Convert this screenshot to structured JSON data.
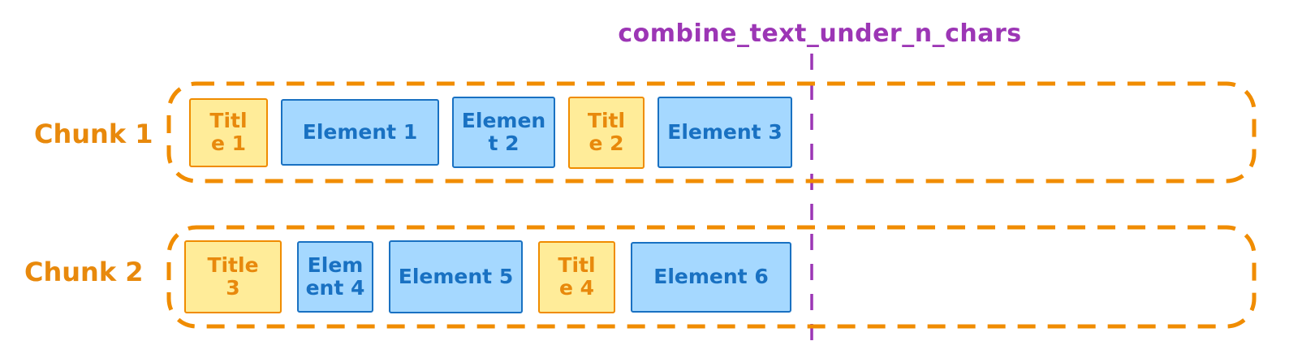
{
  "title": "combine_text_under_n_chars",
  "colors": {
    "orange": "#f08c00",
    "orange-text": "#e8890c",
    "yellow-fill": "#ffec99",
    "blue": "#1971c2",
    "blue-fill": "#a5d8ff",
    "purple": "#9c36b5"
  },
  "divider": {
    "name": "combine_text_under_n_chars threshold line",
    "style": "dashed-vertical"
  },
  "chunks": [
    {
      "label": "Chunk 1",
      "items": [
        {
          "type": "title",
          "label": "Title 1"
        },
        {
          "type": "element",
          "label": "Element 1"
        },
        {
          "type": "element",
          "label": "Element 2"
        },
        {
          "type": "title",
          "label": "Title 2"
        },
        {
          "type": "element",
          "label": "Element 3"
        }
      ]
    },
    {
      "label": "Chunk 2",
      "items": [
        {
          "type": "title",
          "label": "Title 3"
        },
        {
          "type": "element",
          "label": "Element 4"
        },
        {
          "type": "element",
          "label": "Element 5"
        },
        {
          "type": "title",
          "label": "Title 4"
        },
        {
          "type": "element",
          "label": "Element 6"
        }
      ]
    }
  ]
}
